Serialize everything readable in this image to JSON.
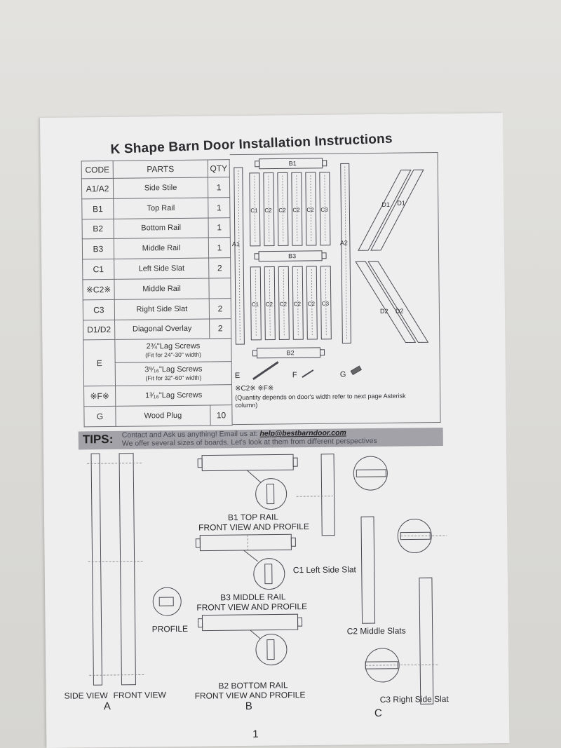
{
  "title": "K Shape Barn Door Installation Instructions",
  "table": {
    "headers": [
      "CODE",
      "PARTS",
      "QTY"
    ],
    "rows": [
      {
        "code": "A1/A2",
        "part": "Side Stile",
        "qty": "1"
      },
      {
        "code": "B1",
        "part": "Top Rail",
        "qty": "1"
      },
      {
        "code": "B2",
        "part": "Bottom Rail",
        "qty": "1"
      },
      {
        "code": "B3",
        "part": "Middle Rail",
        "qty": "1"
      },
      {
        "code": "C1",
        "part": "Left Side Slat",
        "qty": "2"
      },
      {
        "code": "※C2※",
        "part": "Middle Rail",
        "qty": ""
      },
      {
        "code": "C3",
        "part": "Right Side Slat",
        "qty": "2"
      },
      {
        "code": "D1/D2",
        "part": "Diagonal Overlay",
        "qty": "2"
      }
    ],
    "e_code": "E",
    "e_screw1": "2¾\"Lag Screws",
    "e_screw1_note": "(Fit for 24\"-30\" width)",
    "e_screw2": "3⁹⁄₁₆\"Lag Screws",
    "e_screw2_note": "(Fit for 32\"-60\" width)",
    "f_code": "※F※",
    "f_part": "1³⁄₁₆\"Lag Screws",
    "g_code": "G",
    "g_part": "Wood Plug",
    "g_qty": "10"
  },
  "diagram": {
    "b1": "B1",
    "b2": "B2",
    "b3": "B3",
    "a1": "A1",
    "a2": "A2",
    "c1": "C1",
    "c2": "C2",
    "c3": "C3",
    "d1": "D1",
    "d2": "D2",
    "e": "E",
    "f": "F",
    "g": "G",
    "note_title": "※C2※ ※F※",
    "note_line1": "(Quantity depends on door's width refer to next page Asterisk",
    "note_line2": "column)"
  },
  "tips": {
    "label": "TIPS",
    "line1_prefix": "Contact and Ask us anything! Email us at:",
    "email": "help@bestbarndoor.com",
    "line2": "We offer several sizes of boards. Let's look at them from different perspectives"
  },
  "views": {
    "profile": "PROFILE",
    "side_view": "SIDE VIEW",
    "front_view": "FRONT VIEW",
    "a": "A",
    "b1_line1": "B1 TOP RAIL",
    "b1_line2": "FRONT VIEW AND PROFILE",
    "b3_line1": "B3 MIDDLE RAIL",
    "b3_line2": "FRONT VIEW AND PROFILE",
    "b2_line1": "B2 BOTTOM RAIL",
    "b2_line2": "FRONT VIEW AND PROFILE",
    "b": "B",
    "c1_label": "C1 Left Side Slat",
    "c2_label": "C2 Middle Slats",
    "c3_label": "C3 Right Side Slat",
    "c": "C"
  },
  "page_number": "1"
}
